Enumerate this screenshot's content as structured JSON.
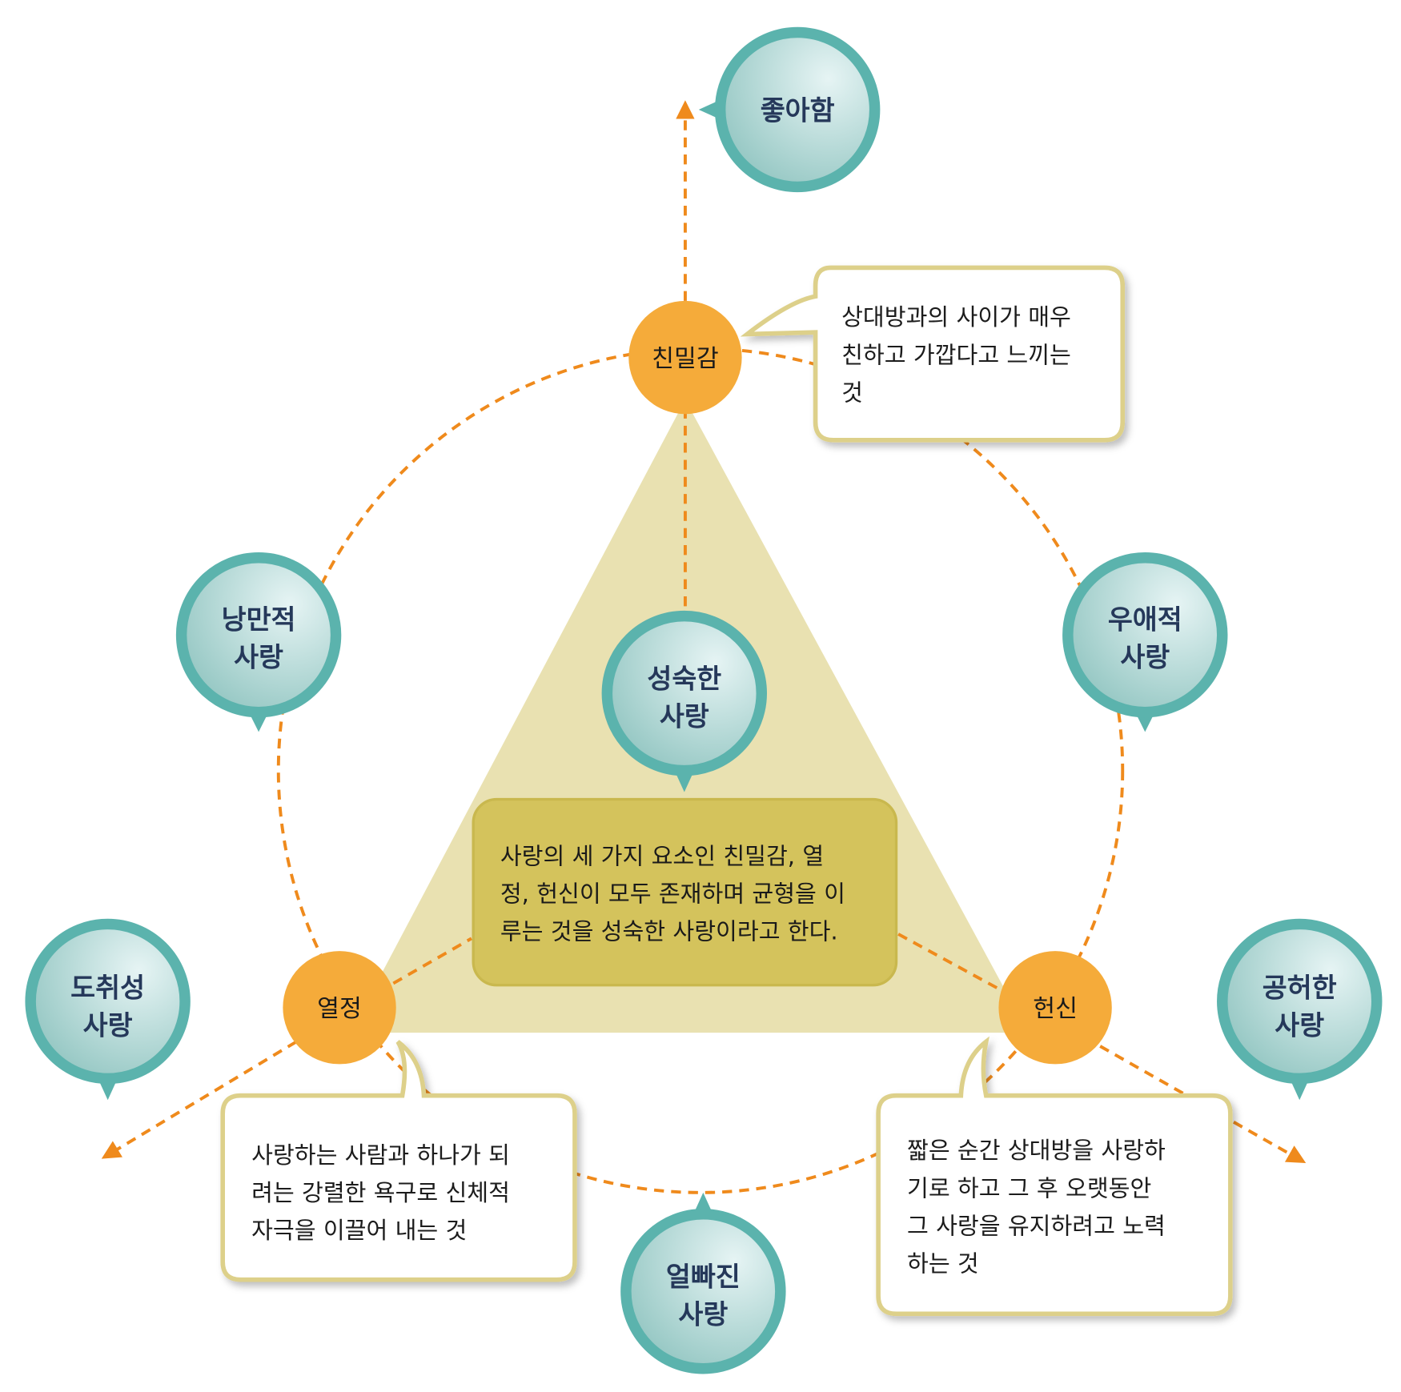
{
  "nodes": {
    "intimacy": "친밀감",
    "passion": "열정",
    "commitment": "헌신"
  },
  "love_types": {
    "liking": [
      "좋아함"
    ],
    "romantic": [
      "낭만적",
      "사랑"
    ],
    "companionate": [
      "우애적",
      "사랑"
    ],
    "consummate": [
      "성숙한",
      "사랑"
    ],
    "infatuated": [
      "도취성",
      "사랑"
    ],
    "empty": [
      "공허한",
      "사랑"
    ],
    "fatuous": [
      "얼빠진",
      "사랑"
    ]
  },
  "callouts": {
    "intimacy": [
      "상대방과의 사이가 매우",
      "친하고 가깝다고 느끼는",
      "것"
    ],
    "passion": [
      "사랑하는 사람과 하나가 되",
      "려는 강렬한 욕구로 신체적",
      "자극을 이끌어 내는 것"
    ],
    "commitment": [
      "짧은 순간 상대방을 사랑하",
      "기로 하고 그 후 오랫동안",
      "그 사랑을 유지하려고 노력",
      "하는 것"
    ],
    "center": [
      "사랑의 세 가지 요소인 친밀감, 열",
      "정, 헌신이 모두 존재하며 균형을 이",
      "루는 것을 성숙한 사랑이라고 한다."
    ]
  },
  "colors": {
    "orange": "#f5ab3a",
    "teal": "#5bb3ad",
    "triangle": "#e9e1b1",
    "center_box": "#d4c35c",
    "dash": "#ef8a1c"
  }
}
